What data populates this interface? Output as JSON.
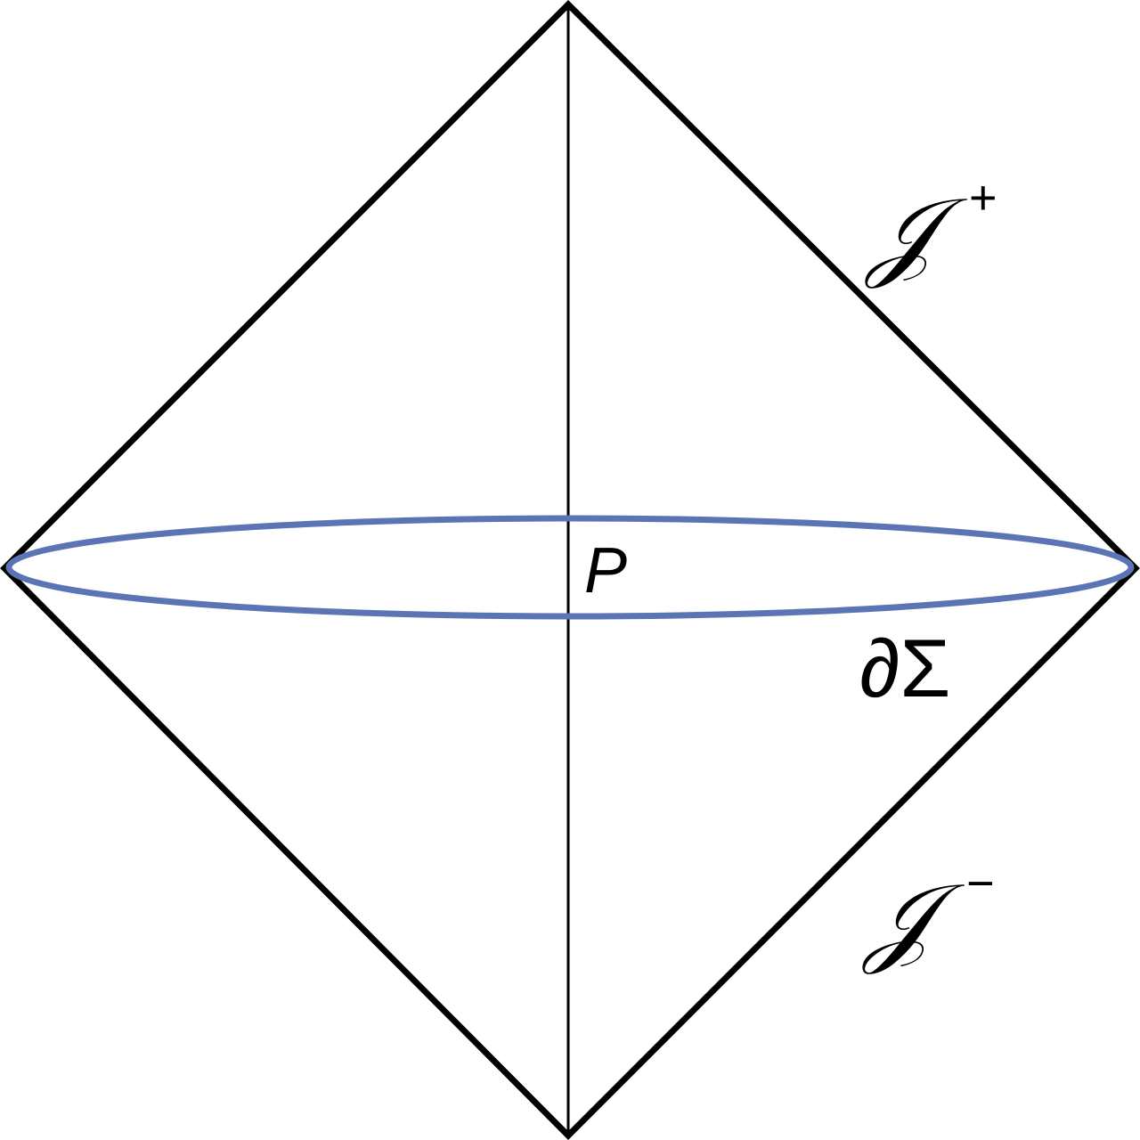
{
  "labels": {
    "scri_plus": {
      "base": "𝒥",
      "sup": "+"
    },
    "scri_minus": {
      "base": "𝒥",
      "sup": "−"
    },
    "point": "P",
    "boundary": "∂Σ"
  },
  "colors": {
    "outline": "#000000",
    "axis": "#000000",
    "ellipse": "#5b74b4",
    "background": "#ffffff"
  }
}
